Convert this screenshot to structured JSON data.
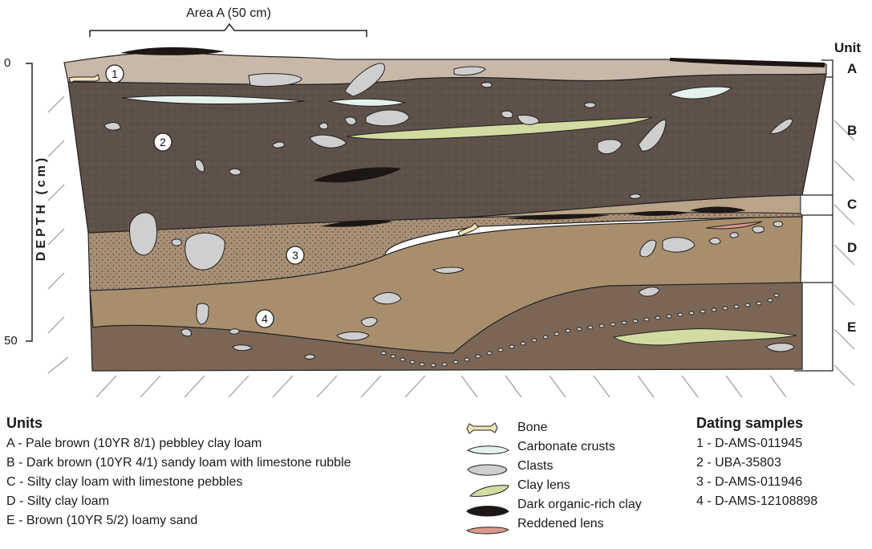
{
  "area_label": "Area A (50 cm)",
  "unit_header": "Unit",
  "unit_letters": [
    "A",
    "B",
    "C",
    "D",
    "E"
  ],
  "depth_axis": {
    "title": "DEPTH (cm)",
    "ticks": [
      "0",
      "50"
    ]
  },
  "sample_markers": [
    "1",
    "2",
    "3",
    "4"
  ],
  "units_legend": {
    "title": "Units",
    "items": [
      "A - Pale brown (10YR 8/1) pebbley clay loam",
      "B - Dark brown (10YR 4/1) sandy loam with limestone rubble",
      "C - Silty clay loam with limestone pebbles",
      "D - Silty clay loam",
      "E - Brown (10YR 5/2) loamy sand"
    ]
  },
  "symbols_legend": [
    {
      "label": "Bone",
      "icon": "bone-icon",
      "color": "#f2e4b8"
    },
    {
      "label": "Carbonate crusts",
      "icon": "carbonate-crust-icon",
      "color": "#e4f1ee"
    },
    {
      "label": "Clasts",
      "icon": "clast-icon",
      "color": "#cfcfcf"
    },
    {
      "label": "Clay lens",
      "icon": "clay-lens-icon",
      "color": "#d2dca2"
    },
    {
      "label": "Dark organic-rich clay",
      "icon": "organic-clay-icon",
      "color": "#1c1714"
    },
    {
      "label": "Reddened lens",
      "icon": "reddened-lens-icon",
      "color": "#d9998a"
    }
  ],
  "dating_samples": {
    "title": "Dating samples",
    "items": [
      "1 - D-AMS-011945",
      "2 - UBA-35803",
      "3 - D-AMS-011946",
      "4 - D-AMS-12108898"
    ]
  },
  "colors": {
    "unit_a": "#c7b8aa",
    "unit_b": "#5e514a",
    "unit_cd": "#a89076",
    "unit_e_upper": "#a88e6d",
    "unit_e_lower": "#7b6656"
  }
}
